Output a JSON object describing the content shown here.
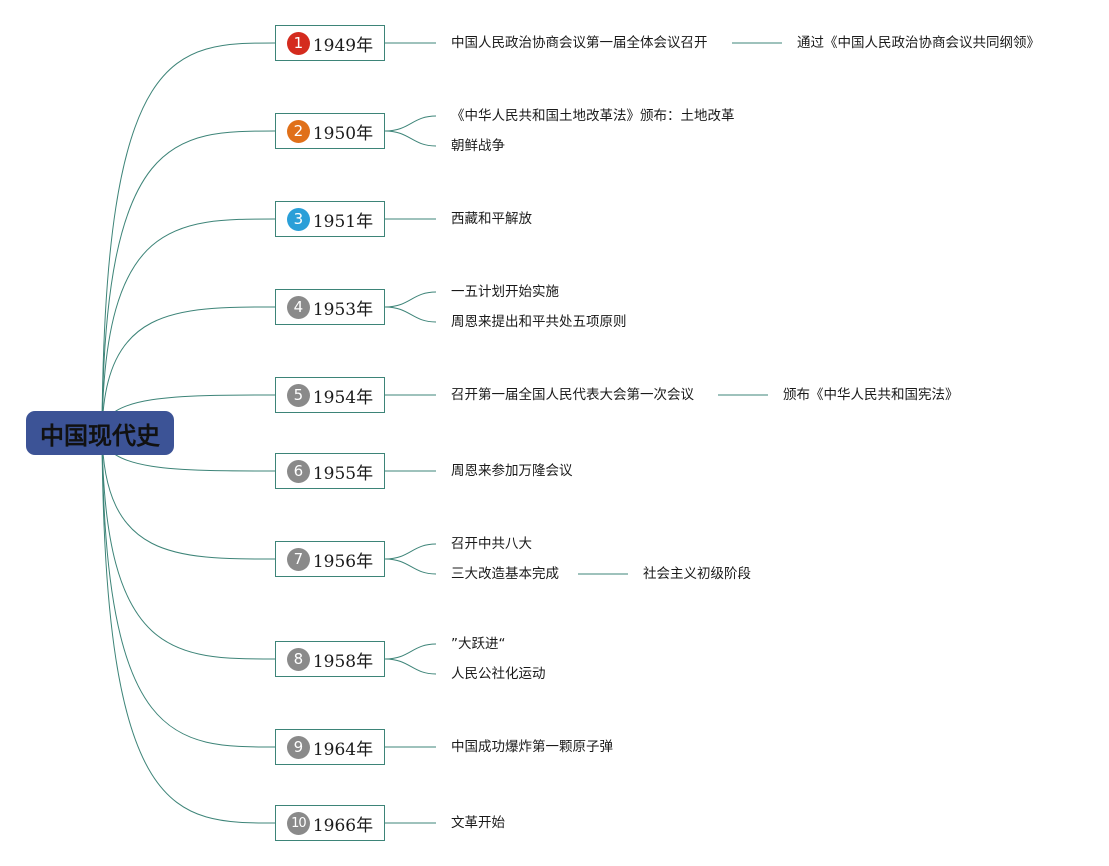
{
  "root": {
    "label": "中国现代史"
  },
  "colors": {
    "link": "#3d8478",
    "root_fill": "#3c5396",
    "badge_1": "#d42b1e",
    "badge_2": "#e07019",
    "badge_3": "#2a9fd8",
    "badge_other": "#8a8a8a"
  },
  "years": [
    {
      "num": "1",
      "year": "1949年",
      "events": [
        {
          "text": "中国人民政治协商会议第一届全体会议召开",
          "child": "通过《中国人民政治协商会议共同纲领》"
        }
      ]
    },
    {
      "num": "2",
      "year": "1950年",
      "events": [
        {
          "text": "《中华人民共和国土地改革法》颁布：土地改革"
        },
        {
          "text": "朝鲜战争"
        }
      ]
    },
    {
      "num": "3",
      "year": "1951年",
      "events": [
        {
          "text": "西藏和平解放"
        }
      ]
    },
    {
      "num": "4",
      "year": "1953年",
      "events": [
        {
          "text": "一五计划开始实施"
        },
        {
          "text": "周恩来提出和平共处五项原则"
        }
      ]
    },
    {
      "num": "5",
      "year": "1954年",
      "events": [
        {
          "text": "召开第一届全国人民代表大会第一次会议",
          "child": "颁布《中华人民共和国宪法》"
        }
      ]
    },
    {
      "num": "6",
      "year": "1955年",
      "events": [
        {
          "text": "周恩来参加万隆会议"
        }
      ]
    },
    {
      "num": "7",
      "year": "1956年",
      "events": [
        {
          "text": "召开中共八大"
        },
        {
          "text": "三大改造基本完成",
          "child": "社会主义初级阶段"
        }
      ]
    },
    {
      "num": "8",
      "year": "1958年",
      "events": [
        {
          "text": "”大跃进“"
        },
        {
          "text": "人民公社化运动"
        }
      ]
    },
    {
      "num": "9",
      "year": "1964年",
      "events": [
        {
          "text": "中国成功爆炸第一颗原子弹"
        }
      ]
    },
    {
      "num": "10",
      "year": "1966年",
      "events": [
        {
          "text": "文革开始"
        }
      ]
    }
  ]
}
